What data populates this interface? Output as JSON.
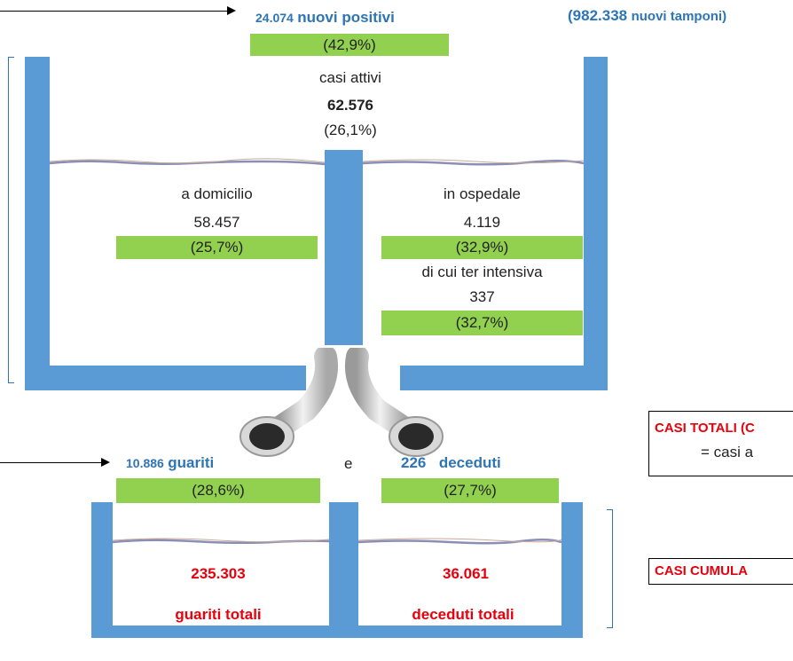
{
  "top": {
    "new_positive_count": "24.074",
    "new_positive_label": "nuovi positivi",
    "new_positive_pct": "(42,9%)",
    "tests_text": "(982.338",
    "tests_label": "nuovi tamponi)"
  },
  "active": {
    "label": "casi attivi",
    "value": "62.576",
    "pct": "(26,1%)"
  },
  "home": {
    "label": "a domicilio",
    "value": "58.457",
    "pct": "(25,7%)"
  },
  "hospital": {
    "label": "in ospedale",
    "value": "4.119",
    "pct": "(32,9%)",
    "icu_label": "di cui ter intensiva",
    "icu_value": "337",
    "icu_pct": "(32,7%)"
  },
  "outflow": {
    "recovered_count": "10.886",
    "recovered_label": "guariti",
    "connector": "e",
    "deaths_count": "226",
    "deaths_label": "deceduti",
    "recovered_pct": "(28,6%)",
    "deaths_pct": "(27,7%)"
  },
  "totals": {
    "recovered_total": "235.303",
    "recovered_total_label": "guariti totali",
    "deaths_total": "36.061",
    "deaths_total_label": "deceduti totali"
  },
  "side": {
    "total_cases_title": "CASI TOTALI (C",
    "total_cases_formula": "= casi a",
    "cumulative_title": "CASI CUMULA"
  },
  "colors": {
    "tank": "#5b9bd5",
    "pct_bar": "#92d050",
    "blue_text": "#2e75b6",
    "red_text": "#e8000b"
  }
}
